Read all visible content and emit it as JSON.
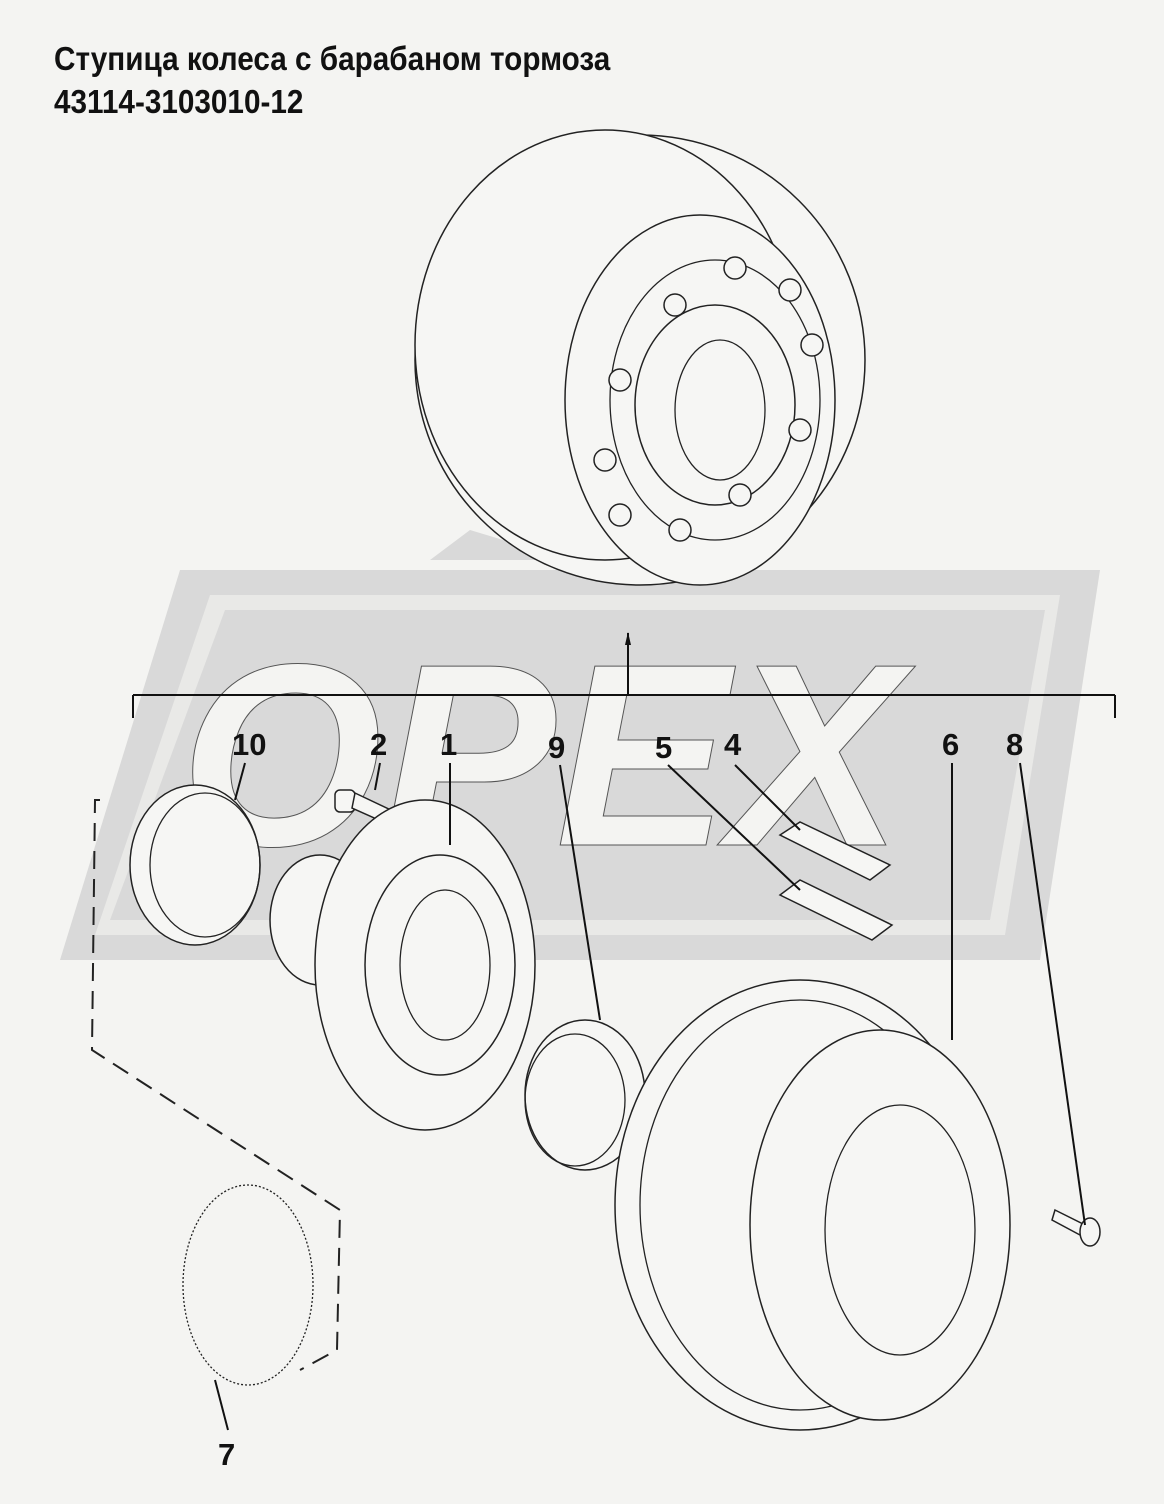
{
  "title": "Ступица колеса с барабаном тормоза",
  "part_number": "43114-3103010-12",
  "watermark": "OPEX",
  "callouts": {
    "c10": "10",
    "c2": "2",
    "c1": "1",
    "c9": "9",
    "c5": "5",
    "c4": "4",
    "c6": "6",
    "c8": "8",
    "c7": "7"
  },
  "colors": {
    "background": "#f4f4f2",
    "watermark": "#d9d9d9",
    "line": "#111111"
  }
}
